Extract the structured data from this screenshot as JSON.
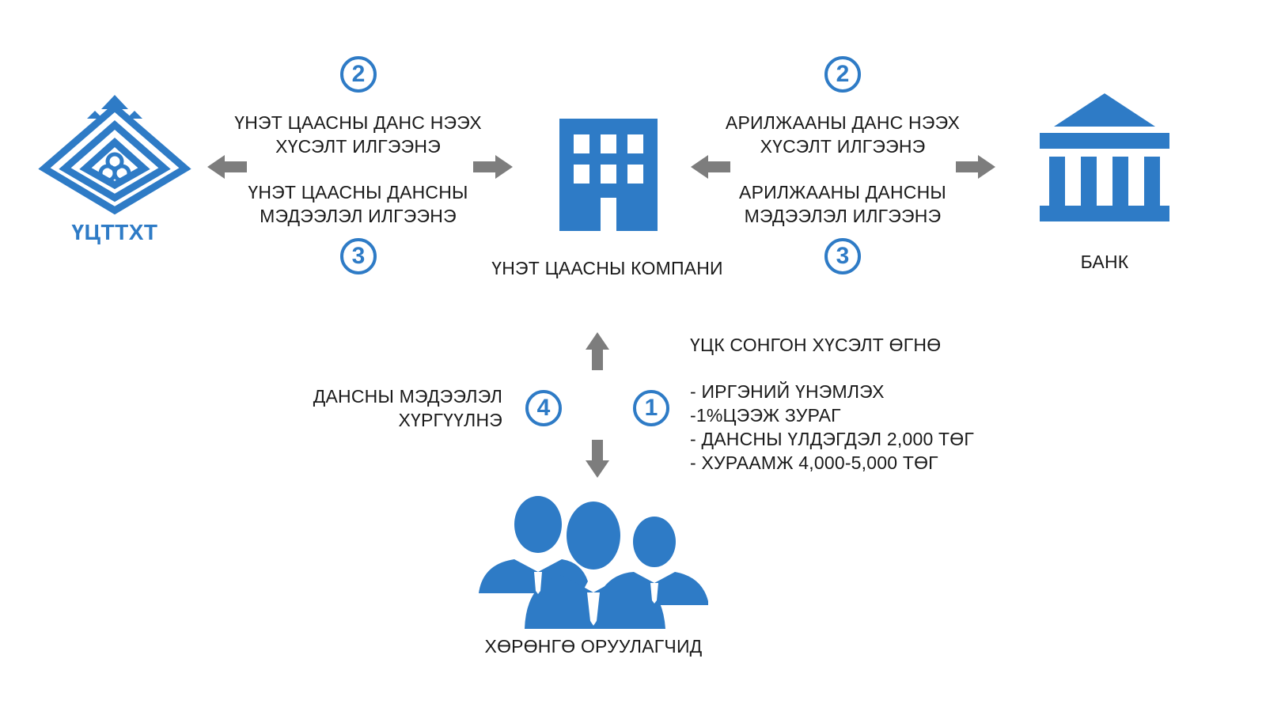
{
  "colors": {
    "brand_blue": "#2e7bc6",
    "arrow_gray": "#7d7d7d",
    "text": "#1a1a1a"
  },
  "nodes": {
    "csd": {
      "label": "ҮЦТТХТ",
      "icon": "csd-logo-icon"
    },
    "company": {
      "label": "ҮНЭТ ЦААСНЫ КОМПАНИ",
      "icon": "office-building-icon"
    },
    "bank": {
      "label": "БАНК",
      "icon": "bank-icon"
    },
    "investors": {
      "label": "ХӨРӨНГӨ ОРУУЛАГЧИД",
      "icon": "investors-group-icon"
    }
  },
  "left_flow": {
    "step_top": "2",
    "request_line1": "ҮНЭТ ЦААСНЫ ДАНС НЭЭХ",
    "request_line2": "ХҮСЭЛТ ИЛГЭЭНЭ",
    "reply_line1": "ҮНЭТ ЦААСНЫ ДАНСНЫ",
    "reply_line2": "МЭДЭЭЛЭЛ ИЛГЭЭНЭ",
    "step_bottom": "3"
  },
  "right_flow": {
    "step_top": "2",
    "request_line1": "АРИЛЖААНЫ ДАНС НЭЭХ",
    "request_line2": "ХҮСЭЛТ ИЛГЭЭНЭ",
    "reply_line1": "АРИЛЖААНЫ ДАНСНЫ",
    "reply_line2": "МЭДЭЭЛЭЛ ИЛГЭЭНЭ",
    "step_bottom": "3"
  },
  "bottom_flow": {
    "step_left": "4",
    "info_line1": "ДАНСНЫ МЭДЭЭЛЭЛ",
    "info_line2": "ХҮРГҮҮЛНЭ",
    "step_right": "1",
    "request_title": "ҮЦК СОНГОН ХҮСЭЛТ ӨГНӨ",
    "requirements": [
      "- ИРГЭНИЙ ҮНЭМЛЭХ",
      "-1%ЦЭЭЖ ЗУРАГ",
      "- ДАНСНЫ ҮЛДЭГДЭЛ 2,000 ТӨГ",
      "- ХУРААМЖ 4,000-5,000 ТӨГ"
    ]
  }
}
